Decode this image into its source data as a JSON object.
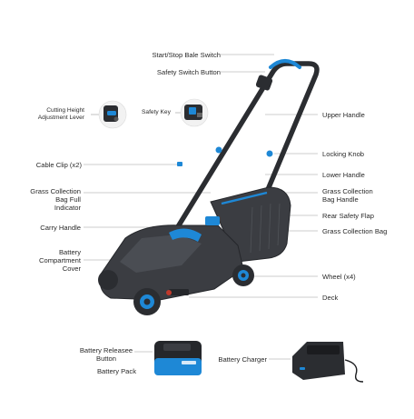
{
  "labels": {
    "start_stop": "Start/Stop Bale Switch",
    "safety_switch": "Safety Switch Button",
    "cutting_height_1": "Cutting Height",
    "cutting_height_2": "Adjustment Lever",
    "safety_key": "Safety Key",
    "upper_handle": "Upper Handle",
    "locking_knob": "Locking Knob",
    "cable_clip": "Cable Clip (x2)",
    "lower_handle": "Lower Handle",
    "bag_full_1": "Grass Collection",
    "bag_full_2": "Bag Full",
    "bag_full_3": "Indicator",
    "bag_handle_1": "Grass Collection",
    "bag_handle_2": "Bag Handle",
    "rear_flap": "Rear Safety Flap",
    "carry_handle": "Carry Handle",
    "grass_bag": "Grass Collection Bag",
    "battery_cover_1": "Battery",
    "battery_cover_2": "Compartment",
    "battery_cover_3": "Cover",
    "wheel": "Wheel (x4)",
    "deck": "Deck",
    "battery_release_1": "Battery Releasee",
    "battery_release_2": "Button",
    "battery_pack": "Battery Pack",
    "battery_charger": "Battery Charger"
  },
  "colors": {
    "body": "#3b3d42",
    "body_dark": "#25272b",
    "accent": "#1e88d6",
    "leader": "#9a9a9a"
  }
}
